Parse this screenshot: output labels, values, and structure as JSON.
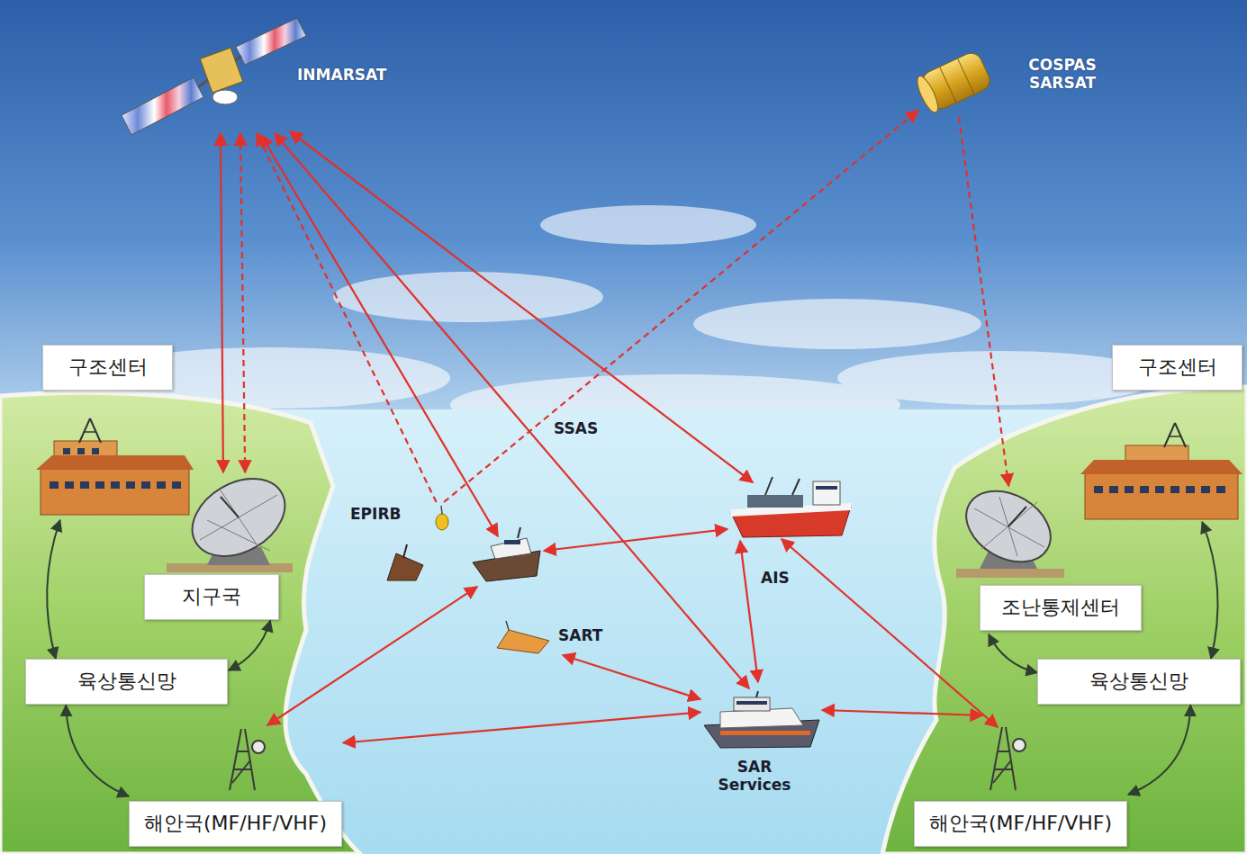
{
  "diagram": {
    "nodes": [
      {
        "text": [
          "INMARSAT"
        ]
      },
      {
        "text": [
          "COSPAS SARSAT"
        ]
      },
      {
        "text": [
          "구조센터"
        ]
      },
      {
        "text": [
          "지구국"
        ]
      },
      {
        "text": [
          "육상통신망"
        ]
      },
      {
        "text": [
          "해안국(MF/HF/VHF)"
        ]
      },
      {
        "text": [
          "EPIRB"
        ]
      },
      {
        "text": [
          "SART"
        ]
      },
      {
        "text": [
          "SAR Services"
        ]
      },
      {
        "text": [
          "구조센터"
        ]
      },
      {
        "text": [
          "조난통제센터"
        ]
      },
      {
        "text": [
          "육상통신망"
        ]
      },
      {
        "text": [
          "해안국(MF/HF/VHF)"
        ]
      }
    ],
    "edges": [
      {
        "from": 0,
        "to": 3,
        "arrow": "both"
      },
      {
        "from": 0,
        "to": 3,
        "arrow": "both"
      },
      {
        "from": 2,
        "to": 4,
        "arrow": "both"
      },
      {
        "from": 3,
        "to": 4,
        "arrow": "both"
      },
      {
        "from": 4,
        "to": 5,
        "arrow": "both"
      },
      {
        "from": 6,
        "to": 0,
        "arrow": "to"
      },
      {
        "from": 6,
        "to": 1,
        "arrow": "to"
      },
      {
        "from": 1,
        "to": 10,
        "arrow": "to"
      },
      {
        "from": 0,
        "to": 8,
        "arrow": "both"
      },
      {
        "from": 7,
        "to": 8,
        "arrow": "both"
      },
      {
        "from": 8,
        "to": 5,
        "arrow": "both"
      },
      {
        "from": 8,
        "to": 12,
        "arrow": "both"
      },
      {
        "from": 9,
        "to": 11,
        "arrow": "both"
      },
      {
        "from": 10,
        "to": 11,
        "arrow": "both"
      },
      {
        "from": 11,
        "to": 12,
        "arrow": "both"
      }
    ],
    "labels": [
      "SSAS",
      "AIS"
    ]
  }
}
